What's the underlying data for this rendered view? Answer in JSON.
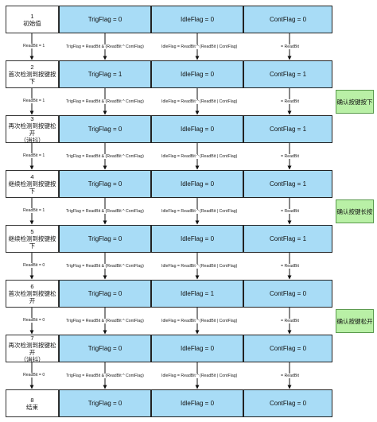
{
  "steps": [
    {
      "num": "1",
      "label": "初始值",
      "sub": ""
    },
    {
      "num": "2",
      "label": "首次检测到按键按下",
      "sub": ""
    },
    {
      "num": "3",
      "label": "再次检测到按键松开",
      "sub": "（消抖）"
    },
    {
      "num": "4",
      "label": "继续检测到按键按下",
      "sub": ""
    },
    {
      "num": "5",
      "label": "继续检测到按键按下",
      "sub": ""
    },
    {
      "num": "6",
      "label": "首次检测到按键松开",
      "sub": ""
    },
    {
      "num": "7",
      "label": "再次检测到按键松开",
      "sub": "（消抖）"
    },
    {
      "num": "8",
      "label": "结束",
      "sub": ""
    }
  ],
  "rows": [
    {
      "trig": "TrigFlag = 0",
      "idle": "IdleFlag = 0",
      "cont": "ContFlag = 0"
    },
    {
      "trig": "TrigFlag = 1",
      "idle": "IdleFlag = 0",
      "cont": "ContFlag = 1"
    },
    {
      "trig": "TrigFlag = 0",
      "idle": "IdleFlag = 0",
      "cont": "ContFlag = 1"
    },
    {
      "trig": "TrigFlag = 0",
      "idle": "IdleFlag = 0",
      "cont": "ContFlag = 1"
    },
    {
      "trig": "TrigFlag = 0",
      "idle": "IdleFlag = 0",
      "cont": "ContFlag = 1"
    },
    {
      "trig": "TrigFlag = 0",
      "idle": "IdleFlag = 1",
      "cont": "ContFlag = 0"
    },
    {
      "trig": "TrigFlag = 0",
      "idle": "IdleFlag = 0",
      "cont": "ContFlag = 0"
    },
    {
      "trig": "TrigFlag = 0",
      "idle": "IdleFlag = 0",
      "cont": "ContFlag = 0"
    }
  ],
  "transitions": [
    {
      "readbit": "ReadBit = 1"
    },
    {
      "readbit": "ReadBit = 1"
    },
    {
      "readbit": "ReadBit = 1"
    },
    {
      "readbit": "ReadBit = 1"
    },
    {
      "readbit": "ReadBit = 0"
    },
    {
      "readbit": "ReadBit = 0"
    },
    {
      "readbit": "ReadBit = 0"
    }
  ],
  "formulas": {
    "trig": "TrigFlag = ReadBit & (ReadBit ^ ContFlag)",
    "idle": "IdleFlag = ReadBit ^ (ReadBit | ContFlag)",
    "cont": "= ReadBit"
  },
  "notes": [
    {
      "after_row": 1,
      "text": "确认按键按下"
    },
    {
      "after_row": 3,
      "text": "确认按键长按"
    },
    {
      "after_row": 5,
      "text": "确认按键松开"
    }
  ]
}
